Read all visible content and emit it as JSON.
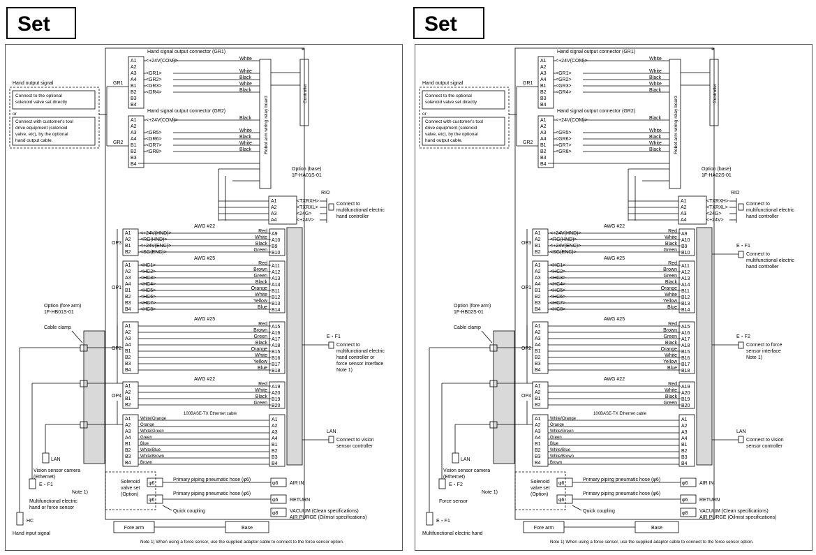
{
  "sets": [
    {
      "title": "Set 1",
      "hand_output_signal": "Hand output signal",
      "note_box": {
        "line1": "Connect to the optional",
        "line2": "solenoid valve set directly",
        "or": "or",
        "line3": "Connect with customer's tool",
        "line4": "drive equipment (solenoid",
        "line5": "valve, etc), by the optional",
        "line6": "hand output cable."
      },
      "gr1_connector": "Hand signal output connector (GR1)",
      "gr2_connector": "Hand signal output connector (GR2)",
      "gr1": "GR1",
      "gr2": "GR2",
      "controller": "Controller",
      "relay_board": "Robot arm wiring relay board",
      "option_base": "Option (base)",
      "option_base_model": "1F-HA01S-01",
      "rio": "RIO",
      "rio_connect": [
        "Connect to",
        "multifunctional electric",
        "hand controller"
      ],
      "op3": "OP3",
      "op1": "OP1",
      "op2": "OP2",
      "op4": "OP4",
      "awg22": "AWG #22",
      "awg25": "AWG #25",
      "option_fore": "Option (fore arm)",
      "option_fore_model": "1F-HB01S-01",
      "cable_clamp": "Cable clamp",
      "ef_right1_title": "",
      "ef_right1": [],
      "ef_right2_title": "E・F1",
      "ef_right2": [
        "Connect to",
        "multifunctional electric",
        "hand controller or",
        "force sensor interface",
        "Note 1)"
      ],
      "lan": "LAN",
      "lan_connect": [
        "Connect to vision",
        "sensor controller"
      ],
      "ethernet": "100BASE-TX Ethernet cable",
      "left_lan": "LAN",
      "vision_camera": [
        "Vision sensor camera",
        "(Ethernet)"
      ],
      "left_ef": "E・F1",
      "left_note": "Note 1)",
      "left_ef_desc": [
        "Multifunctional electric",
        "hand or force sensor"
      ],
      "left_bottom": "HC",
      "left_bottom_desc": "Hand input signal",
      "solenoid": [
        "Solenoid",
        "valve set",
        "(Option)"
      ],
      "phi6": "φ6",
      "phi8": "φ8",
      "primary_hose": "Primary piping pneumatic hose (φ6)",
      "air_in": "AIR IN",
      "return": "RETURN",
      "vacuum": "VACUUM (Clean specifications)",
      "air_purge": "AIR PURGE (Oilmist specifications)",
      "quick_coupling": "Quick coupling",
      "fore_arm": "Fore arm",
      "base": "Base",
      "footnote": "Note 1) When using a force sensor, use the supplied adaptor cable to connect to the force sensor option."
    },
    {
      "title": "Set 2",
      "hand_output_signal": "Hand output signal",
      "note_box": {
        "line1": "Connect to the optional",
        "line2": "solenoid valve set directly",
        "or": "or",
        "line3": "Connect with customer's tool",
        "line4": "drive equipment (solenoid",
        "line5": "valve, etc), by the optional",
        "line6": "hand output cable."
      },
      "gr1_connector": "Hand signal output connector (GR1)",
      "gr2_connector": "Hand signal output connector (GR2)",
      "gr1": "GR1",
      "gr2": "GR2",
      "controller": "Controller",
      "relay_board": "Robot arm wiring relay board",
      "option_base": "Option (base)",
      "option_base_model": "1F-HA02S-01",
      "rio": "RIO",
      "rio_connect": [
        "Connect to",
        "multifunctional electric",
        "hand controller"
      ],
      "op3": "OP3",
      "op1": "OP1",
      "op2": "OP2",
      "op4": "OP4",
      "awg22": "AWG #22",
      "awg25": "AWG #25",
      "option_fore": "Option (fore arm)",
      "option_fore_model": "1F-HB02S-01",
      "cable_clamp": "Cable clamp",
      "ef_right1_title": "E・F1",
      "ef_right1": [
        "Connect to",
        "multifunctional electric",
        "hand controller"
      ],
      "ef_right2_title": "E・F2",
      "ef_right2": [
        "Connect to force",
        "sensor interface",
        "Note 1)"
      ],
      "lan": "LAN",
      "lan_connect": [
        "Connect to vision",
        "sensor controller"
      ],
      "ethernet": "100BASE-TX Ethernet cable",
      "left_lan": "LAN",
      "vision_camera": [
        "Vision sensor camera",
        "(Ethernet)"
      ],
      "left_ef": "E・F2",
      "left_note": "Note 1)",
      "left_ef_desc": [
        "Force sensor"
      ],
      "left_bottom": "E・F1",
      "left_bottom_desc": "Multifunctional electric hand",
      "solenoid": [
        "Solenoid",
        "valve set",
        "(Option)"
      ],
      "phi6": "φ6",
      "phi8": "φ8",
      "primary_hose": "Primary piping pneumatic hose (φ6)",
      "air_in": "AIR IN",
      "return": "RETURN",
      "vacuum": "VACUUM (Clean specifications)",
      "air_purge": "AIR PURGE (Oilmist specifications)",
      "quick_coupling": "Quick coupling",
      "fore_arm": "Fore arm",
      "base": "Base",
      "footnote": "Note 1) When using a force sensor, use the supplied adaptor cable to connect to the force sensor option."
    }
  ],
  "gr1_pins": [
    {
      "pin": "A1",
      "sig": "<+24V(COM)>",
      "color": "White"
    },
    {
      "pin": "A2",
      "sig": "",
      "color": ""
    },
    {
      "pin": "A3",
      "sig": "<GR1>",
      "color": "White"
    },
    {
      "pin": "A4",
      "sig": "<GR2>",
      "color": "Black"
    },
    {
      "pin": "B1",
      "sig": "<GR3>",
      "color": "White"
    },
    {
      "pin": "B2",
      "sig": "<GR4>",
      "color": "Black"
    },
    {
      "pin": "B3",
      "sig": "",
      "color": ""
    },
    {
      "pin": "B4",
      "sig": "",
      "color": ""
    }
  ],
  "gr2_pins": [
    {
      "pin": "A1",
      "sig": "<+24V(COM)>",
      "color": "Black"
    },
    {
      "pin": "A2",
      "sig": "",
      "color": ""
    },
    {
      "pin": "A3",
      "sig": "<GR5>",
      "color": "White"
    },
    {
      "pin": "A4",
      "sig": "<GR6>",
      "color": "Black"
    },
    {
      "pin": "B1",
      "sig": "<GR7>",
      "color": "White"
    },
    {
      "pin": "B2",
      "sig": "<GR8>",
      "color": "Black"
    },
    {
      "pin": "B3",
      "sig": "",
      "color": ""
    },
    {
      "pin": "B4",
      "sig": "",
      "color": ""
    }
  ],
  "rio_pins": [
    {
      "pin": "A1",
      "sig": "<TXRXH>"
    },
    {
      "pin": "A2",
      "sig": "<TXRXL>"
    },
    {
      "pin": "A3",
      "sig": "<24G>"
    },
    {
      "pin": "A4",
      "sig": "<+24V>"
    }
  ],
  "op3_pins": [
    {
      "pin": "A1",
      "sig": "<+24V(HND)>",
      "color": "Red",
      "rpin": "A9"
    },
    {
      "pin": "A2",
      "sig": "<RG(HND)>",
      "color": "White",
      "rpin": "A10"
    },
    {
      "pin": "B1",
      "sig": "<+24V(ENC)>",
      "color": "Black",
      "rpin": "B9"
    },
    {
      "pin": "B2",
      "sig": "<SG(ENC)>",
      "color": "Green",
      "rpin": "B10"
    }
  ],
  "op1_pins": [
    {
      "pin": "A1",
      "sig": "<HC1>",
      "color": "Red",
      "rpin": "A11"
    },
    {
      "pin": "A2",
      "sig": "<HC2>",
      "color": "Brown",
      "rpin": "A12"
    },
    {
      "pin": "A3",
      "sig": "<HC3>",
      "color": "Green",
      "rpin": "A13"
    },
    {
      "pin": "A4",
      "sig": "<HC4>",
      "color": "Black",
      "rpin": "A14"
    },
    {
      "pin": "B1",
      "sig": "<HC5>",
      "color": "Orange",
      "rpin": "B11"
    },
    {
      "pin": "B2",
      "sig": "<HC6>",
      "color": "White",
      "rpin": "B12"
    },
    {
      "pin": "B3",
      "sig": "<HC7>",
      "color": "Yellow",
      "rpin": "B13"
    },
    {
      "pin": "B4",
      "sig": "<HC8>",
      "color": "Blue",
      "rpin": "B14"
    }
  ],
  "op2_pins": [
    {
      "pin": "A1",
      "sig": "",
      "color": "Red",
      "rpin": "A15"
    },
    {
      "pin": "A2",
      "sig": "",
      "color": "Brown",
      "rpin": "A16"
    },
    {
      "pin": "A3",
      "sig": "",
      "color": "Green",
      "rpin": "A17"
    },
    {
      "pin": "A4",
      "sig": "",
      "color": "Black",
      "rpin": "A18"
    },
    {
      "pin": "B1",
      "sig": "",
      "color": "Orange",
      "rpin": "B15"
    },
    {
      "pin": "B2",
      "sig": "",
      "color": "White",
      "rpin": "B16"
    },
    {
      "pin": "B3",
      "sig": "",
      "color": "Yellow",
      "rpin": "B17"
    },
    {
      "pin": "B4",
      "sig": "",
      "color": "Blue",
      "rpin": "B18"
    }
  ],
  "op4_pins": [
    {
      "pin": "A1",
      "sig": "",
      "color": "Red",
      "rpin": "A19"
    },
    {
      "pin": "A2",
      "sig": "",
      "color": "White",
      "rpin": "A20"
    },
    {
      "pin": "B1",
      "sig": "",
      "color": "Black",
      "rpin": "B19"
    },
    {
      "pin": "B2",
      "sig": "",
      "color": "Green",
      "rpin": "B20"
    }
  ],
  "lan_pins": [
    {
      "pin": "A1",
      "color": "White/Orange",
      "rpin": "A1"
    },
    {
      "pin": "A2",
      "color": "Orange",
      "rpin": "A2"
    },
    {
      "pin": "A3",
      "color": "White/Green",
      "rpin": "A3"
    },
    {
      "pin": "A4",
      "color": "Green",
      "rpin": "A4"
    },
    {
      "pin": "B1",
      "color": "Blue",
      "rpin": "B1"
    },
    {
      "pin": "B2",
      "color": "White/Blue",
      "rpin": "B2"
    },
    {
      "pin": "B3",
      "color": "White/Brown",
      "rpin": "B3"
    },
    {
      "pin": "B4",
      "color": "Brown",
      "rpin": "B4"
    }
  ]
}
